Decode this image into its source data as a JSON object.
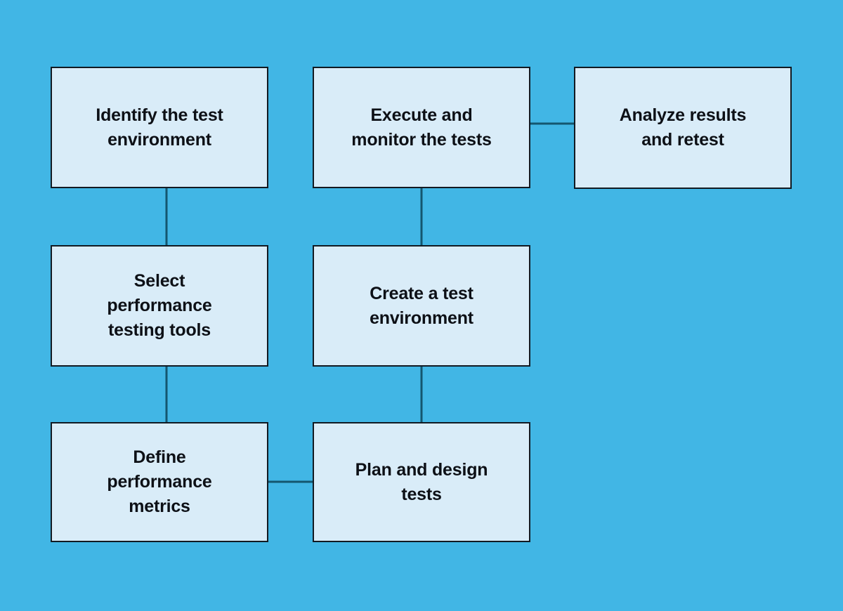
{
  "diagram": {
    "type": "flowchart",
    "colors": {
      "background": "#41b6e5",
      "node_fill": "#d9ecf8",
      "node_border": "#121a22",
      "connector": "#14566f",
      "text": "#0d1016"
    },
    "nodes": [
      {
        "id": "identify-test-environment",
        "label": "Identify the test environment"
      },
      {
        "id": "execute-monitor-tests",
        "label": "Execute and monitor the tests"
      },
      {
        "id": "analyze-results-retest",
        "label": "Analyze results and retest"
      },
      {
        "id": "select-performance-testing-tools",
        "label": "Select performance testing tools"
      },
      {
        "id": "create-test-environment",
        "label": "Create a test environment"
      },
      {
        "id": "define-performance-metrics",
        "label": "Define performance metrics"
      },
      {
        "id": "plan-design-tests",
        "label": "Plan and design tests"
      }
    ],
    "edges": [
      {
        "from": "identify-test-environment",
        "to": "select-performance-testing-tools"
      },
      {
        "from": "select-performance-testing-tools",
        "to": "define-performance-metrics"
      },
      {
        "from": "define-performance-metrics",
        "to": "plan-design-tests"
      },
      {
        "from": "plan-design-tests",
        "to": "create-test-environment"
      },
      {
        "from": "create-test-environment",
        "to": "execute-monitor-tests"
      },
      {
        "from": "execute-monitor-tests",
        "to": "analyze-results-retest"
      }
    ]
  }
}
